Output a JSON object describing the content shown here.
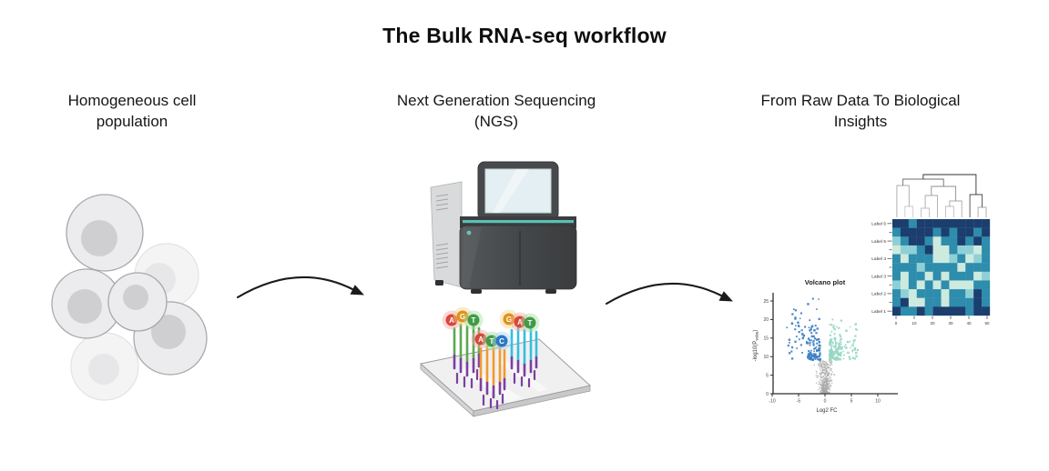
{
  "page": {
    "title": "The Bulk RNA-seq workflow"
  },
  "steps": [
    {
      "id": "cell-population",
      "title_line1": "Homogeneous cell",
      "title_line2": "population"
    },
    {
      "id": "ngs",
      "title_line1": "Next Generation Sequencing",
      "title_line2": "(NGS)"
    },
    {
      "id": "insights",
      "title_line1": "From Raw Data To Biological",
      "title_line2": "Insights"
    }
  ],
  "flowcell": {
    "clusters": [
      {
        "strand_color": "#5aa850",
        "bases": [
          {
            "letter": "A",
            "color": "#d8483c",
            "halo": "#f5aaa4"
          },
          {
            "letter": "G",
            "color": "#df921d",
            "halo": "#f6d78a"
          },
          {
            "letter": "T",
            "color": "#429a48",
            "halo": "#a9dfa3"
          }
        ]
      },
      {
        "strand_color": "#f2992e",
        "bases": [
          {
            "letter": "A",
            "color": "#d8483c",
            "halo": "#f5aaa4"
          },
          {
            "letter": "T",
            "color": "#429a48",
            "halo": "#a9dfa3"
          },
          {
            "letter": "C",
            "color": "#2e77c6",
            "halo": "#a9d6f2"
          }
        ]
      },
      {
        "strand_color": "#35bede",
        "bases": [
          {
            "letter": "G",
            "color": "#df921d",
            "halo": "#f6d78a"
          },
          {
            "letter": "A",
            "color": "#d8483c",
            "halo": "#f5aaa4"
          },
          {
            "letter": "T",
            "color": "#429a48",
            "halo": "#a9dfa3"
          }
        ]
      }
    ]
  },
  "chart_data": [
    {
      "type": "heatmap",
      "row_labels": [
        "Label 6",
        "Label 5",
        "Label 4",
        "Label 3",
        "Label 2",
        "Label 1"
      ],
      "x_ticks": [
        0,
        10,
        20,
        30,
        40,
        50
      ],
      "palette": [
        "#1c3e6e",
        "#2e8cac",
        "#8fd0d6",
        "#cdeade"
      ],
      "grid": [
        [
          0,
          0,
          1,
          0,
          0,
          0,
          0,
          0,
          0,
          0,
          0,
          0
        ],
        [
          1,
          0,
          0,
          0,
          0,
          1,
          0,
          1,
          0,
          0,
          1,
          0
        ],
        [
          2,
          1,
          0,
          0,
          1,
          3,
          1,
          1,
          0,
          1,
          0,
          1
        ],
        [
          3,
          2,
          2,
          1,
          0,
          3,
          3,
          1,
          2,
          2,
          3,
          1
        ],
        [
          1,
          3,
          1,
          1,
          1,
          3,
          3,
          2,
          1,
          3,
          2,
          1
        ],
        [
          1,
          1,
          1,
          2,
          1,
          1,
          1,
          1,
          3,
          1,
          1,
          1
        ],
        [
          1,
          3,
          1,
          1,
          3,
          1,
          3,
          1,
          1,
          1,
          3,
          2
        ],
        [
          2,
          3,
          1,
          3,
          1,
          3,
          1,
          3,
          3,
          3,
          1,
          1
        ],
        [
          1,
          2,
          3,
          1,
          1,
          1,
          3,
          1,
          1,
          2,
          0,
          1
        ],
        [
          1,
          0,
          3,
          3,
          1,
          1,
          3,
          1,
          1,
          1,
          0,
          1
        ],
        [
          0,
          1,
          1,
          0,
          1,
          0,
          0,
          0,
          0,
          1,
          0,
          0
        ]
      ],
      "dendrogram": [
        {
          "x1": 183.8,
          "b1": 69,
          "x2": 192.7,
          "b2": 69,
          "h": 57,
          "c": "#c9c9c9"
        },
        {
          "x1": 174.9,
          "b1": 69,
          "x2": 188.3,
          "b2": 57,
          "h": 34,
          "c": "#a9a9a9"
        },
        {
          "x1": 201.6,
          "b1": 69,
          "x2": 210.6,
          "b2": 69,
          "h": 59,
          "c": "#bdbdbd"
        },
        {
          "x1": 206.1,
          "b1": 59,
          "x2": 219.5,
          "b2": 69,
          "h": 45,
          "c": "#a9a9a9"
        },
        {
          "x1": 228.4,
          "b1": 69,
          "x2": 237.3,
          "b2": 69,
          "h": 57,
          "c": "#bdbdbd"
        },
        {
          "x1": 232.9,
          "b1": 57,
          "x2": 246.2,
          "b2": 69,
          "h": 51,
          "c": "#a9a9a9"
        },
        {
          "x1": 212.8,
          "b1": 45,
          "x2": 239.6,
          "b2": 51,
          "h": 35,
          "c": "#8e8e8e"
        },
        {
          "x1": 181.6,
          "b1": 34,
          "x2": 226.2,
          "b2": 35,
          "h": 27,
          "c": "#6e6e6e"
        },
        {
          "x1": 264.1,
          "b1": 69,
          "x2": 273.0,
          "b2": 69,
          "h": 58,
          "c": "#a9a9a9"
        },
        {
          "x1": 255.1,
          "b1": 69,
          "x2": 268.6,
          "b2": 58,
          "h": 44,
          "c": "#4a4a4a"
        },
        {
          "x1": 203.9,
          "b1": 27,
          "x2": 261.9,
          "b2": 44,
          "h": 22,
          "c": "#2f2f2f"
        }
      ]
    },
    {
      "type": "scatter",
      "title": "Volcano plot",
      "xlabel": "Log2 FC",
      "ylabel_prefix": "-log10(P",
      "ylabel_sub": "value",
      "ylabel_suffix": ")",
      "x_ticks": [
        -10,
        -5,
        0,
        5,
        10
      ],
      "y_ticks": [
        0,
        5,
        10,
        15,
        20,
        25
      ],
      "xlim": [
        -11,
        12
      ],
      "ylim": [
        0,
        27
      ],
      "significance_threshold_neglog10p": 9,
      "clusters": [
        {
          "name": "non-significant",
          "color": "#a8a8a8",
          "count": 430,
          "kind": "funnel",
          "seed": 11
        },
        {
          "name": "down-regulated",
          "color": "#3a7cc2",
          "count": 130,
          "kind": "wing",
          "side": -1,
          "decay": 3.5,
          "spread": 6,
          "ymax": 26,
          "seed": 7
        },
        {
          "name": "up-regulated",
          "color": "#97d7c4",
          "count": 165,
          "kind": "wing",
          "side": 1,
          "decay": 2.8,
          "spread": 5,
          "ymax": 20.5,
          "seed": 23
        }
      ]
    }
  ]
}
